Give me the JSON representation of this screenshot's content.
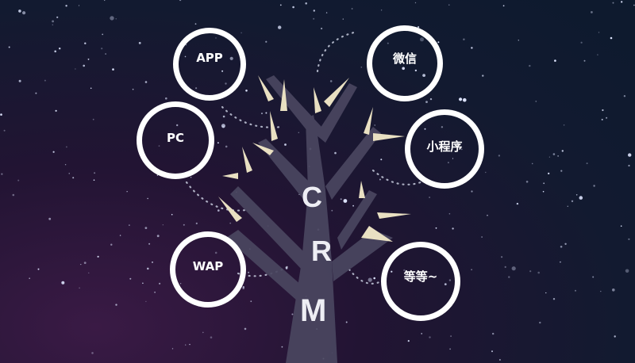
{
  "center": {
    "letters": [
      "C",
      "R",
      "M"
    ]
  },
  "nodes": [
    {
      "label": "APP"
    },
    {
      "label": "PC"
    },
    {
      "label": "WAP"
    },
    {
      "label": "微信"
    },
    {
      "label": "小程序"
    },
    {
      "label": "等等~"
    }
  ],
  "colors": {
    "ring": "#ffffff",
    "tree": "#4a4660",
    "leaf": "#e9e0c2"
  }
}
